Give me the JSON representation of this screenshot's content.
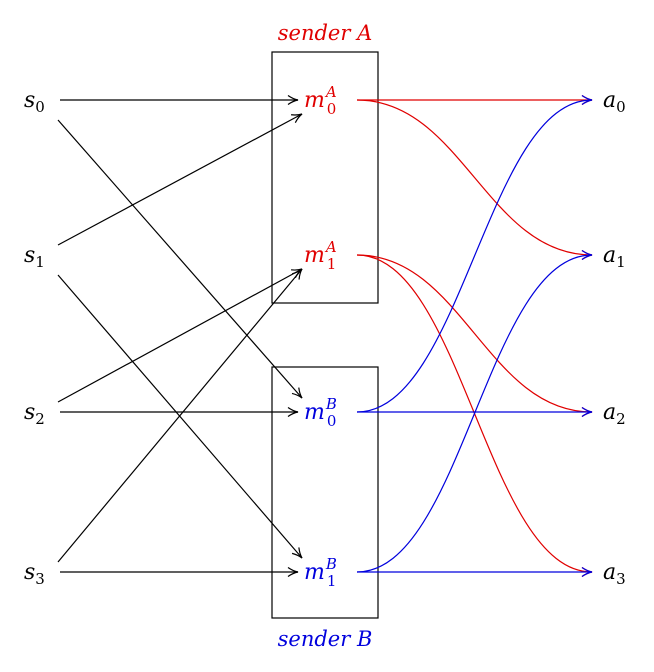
{
  "colors": {
    "black": "#000000",
    "sender_a": "#e00000",
    "sender_b": "#0000dd"
  },
  "sender_a": {
    "title": "sender A"
  },
  "sender_b": {
    "title": "sender B"
  },
  "states": [
    {
      "base": "s",
      "sub": "0"
    },
    {
      "base": "s",
      "sub": "1"
    },
    {
      "base": "s",
      "sub": "2"
    },
    {
      "base": "s",
      "sub": "3"
    }
  ],
  "messages": [
    {
      "base": "m",
      "sub": "0",
      "sup": "A",
      "sender": "A"
    },
    {
      "base": "m",
      "sub": "1",
      "sup": "A",
      "sender": "A"
    },
    {
      "base": "m",
      "sub": "0",
      "sup": "B",
      "sender": "B"
    },
    {
      "base": "m",
      "sub": "1",
      "sup": "B",
      "sender": "B"
    }
  ],
  "actions": [
    {
      "base": "a",
      "sub": "0"
    },
    {
      "base": "a",
      "sub": "1"
    },
    {
      "base": "a",
      "sub": "2"
    },
    {
      "base": "a",
      "sub": "3"
    }
  ],
  "state_to_message": [
    {
      "from": 0,
      "to": "m0A"
    },
    {
      "from": 0,
      "to": "m0B"
    },
    {
      "from": 1,
      "to": "m0A"
    },
    {
      "from": 1,
      "to": "m1B"
    },
    {
      "from": 2,
      "to": "m1A"
    },
    {
      "from": 2,
      "to": "m0B"
    },
    {
      "from": 3,
      "to": "m1A"
    },
    {
      "from": 3,
      "to": "m1B"
    }
  ],
  "message_to_action": [
    {
      "from": "m0A",
      "to": 0
    },
    {
      "from": "m0A",
      "to": 1
    },
    {
      "from": "m1A",
      "to": 2
    },
    {
      "from": "m1A",
      "to": 3
    },
    {
      "from": "m0B",
      "to": 0
    },
    {
      "from": "m0B",
      "to": 2
    },
    {
      "from": "m1B",
      "to": 1
    },
    {
      "from": "m1B",
      "to": 3
    }
  ]
}
